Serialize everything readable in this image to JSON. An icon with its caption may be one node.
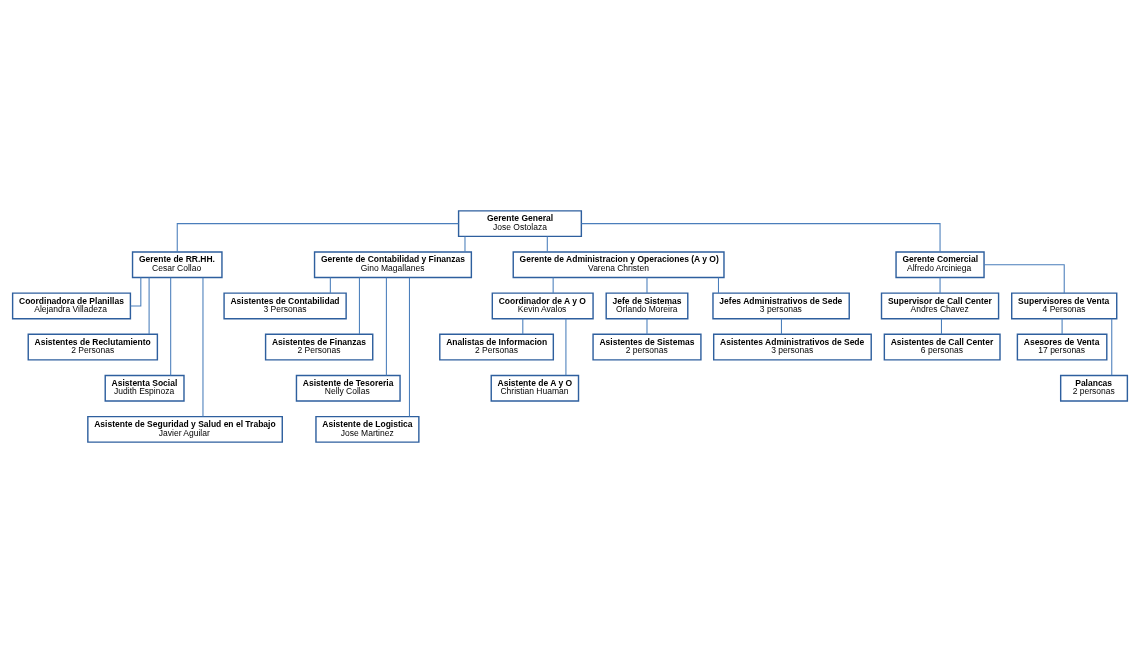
{
  "diagram": {
    "nodes": [
      {
        "text": [
          "Gerente General",
          "Jose Ostolaza"
        ]
      },
      {
        "text": [
          "Gerente de RR.HH.",
          "Cesar Collao"
        ]
      },
      {
        "text": [
          "Gerente de Contabilidad y Finanzas",
          "Gino Magallanes"
        ]
      },
      {
        "text": [
          "Gerente de Administracion y Operaciones (A y O)",
          "Varena Christen"
        ]
      },
      {
        "text": [
          "Gerente Comercial",
          "Alfredo Arciniega"
        ]
      },
      {
        "text": [
          "Coordinadora de Planillas",
          "Alejandra Villadeza"
        ]
      },
      {
        "text": [
          "Asistentes de Reclutamiento",
          "2 Personas"
        ]
      },
      {
        "text": [
          "Asistenta Social",
          "Judith Espinoza"
        ]
      },
      {
        "text": [
          "Asistente de Seguridad y Salud en el Trabajo",
          "Javier Aguilar"
        ]
      },
      {
        "text": [
          "Asistentes de Contabilidad",
          "3 Personas"
        ]
      },
      {
        "text": [
          "Asistentes de Finanzas",
          "2 Personas"
        ]
      },
      {
        "text": [
          "Asistente de Tesoreria",
          "Nelly Collas"
        ]
      },
      {
        "text": [
          "Asistente de Logistica",
          "Jose Martinez"
        ]
      },
      {
        "text": [
          "Coordinador de A y O",
          "Kevin Avalos"
        ]
      },
      {
        "text": [
          "Jefe de Sistemas",
          "Orlando Moreira"
        ]
      },
      {
        "text": [
          "Analistas de Informacion",
          "2 Personas"
        ]
      },
      {
        "text": [
          "Asistente de A y O",
          "Christian Huaman"
        ]
      },
      {
        "text": [
          "Asistentes de Sistemas",
          "2 personas"
        ]
      },
      {
        "text": [
          "Jefes Administrativos de Sede",
          "3 personas"
        ]
      },
      {
        "text": [
          "Asistentes Administrativos de Sede",
          "3 personas"
        ]
      },
      {
        "text": [
          "Supervisor de Call Center",
          "Andres Chavez"
        ]
      },
      {
        "text": [
          "Supervisores de Venta",
          "4 Personas"
        ]
      },
      {
        "text": [
          "Asistentes de Call Center",
          "6 personas"
        ]
      },
      {
        "text": [
          "Asesores de Venta",
          "17 personas"
        ]
      },
      {
        "text": [
          "Palancas",
          "2 personas"
        ]
      }
    ],
    "edges": [
      {
        "from": 0,
        "to": 1,
        "arrow": "none"
      },
      {
        "from": 0,
        "to": 2,
        "arrow": "none"
      },
      {
        "from": 0,
        "to": 3,
        "arrow": "none"
      },
      {
        "from": 0,
        "to": 4,
        "arrow": "none"
      },
      {
        "from": 1,
        "to": 5,
        "arrow": "none"
      },
      {
        "from": 1,
        "to": 6,
        "arrow": "none"
      },
      {
        "from": 1,
        "to": 7,
        "arrow": "none"
      },
      {
        "from": 1,
        "to": 8,
        "arrow": "none"
      },
      {
        "from": 2,
        "to": 9,
        "arrow": "none"
      },
      {
        "from": 2,
        "to": 10,
        "arrow": "none"
      },
      {
        "from": 2,
        "to": 11,
        "arrow": "none"
      },
      {
        "from": 2,
        "to": 12,
        "arrow": "none"
      },
      {
        "from": 3,
        "to": 13,
        "arrow": "none"
      },
      {
        "from": 3,
        "to": 14,
        "arrow": "none"
      },
      {
        "from": 13,
        "to": 15,
        "arrow": "none"
      },
      {
        "from": 13,
        "to": 16,
        "arrow": "none"
      },
      {
        "from": 14,
        "to": 17,
        "arrow": "none"
      },
      {
        "from": 3,
        "to": 18,
        "arrow": "none"
      },
      {
        "from": 18,
        "to": 19,
        "arrow": "none"
      },
      {
        "from": 4,
        "to": 20,
        "arrow": "none"
      },
      {
        "from": 4,
        "to": 21,
        "arrow": "none"
      },
      {
        "from": 20,
        "to": 22,
        "arrow": "none"
      },
      {
        "from": 21,
        "to": 23,
        "arrow": "none"
      },
      {
        "from": 21,
        "to": 24,
        "arrow": "none"
      }
    ]
  }
}
